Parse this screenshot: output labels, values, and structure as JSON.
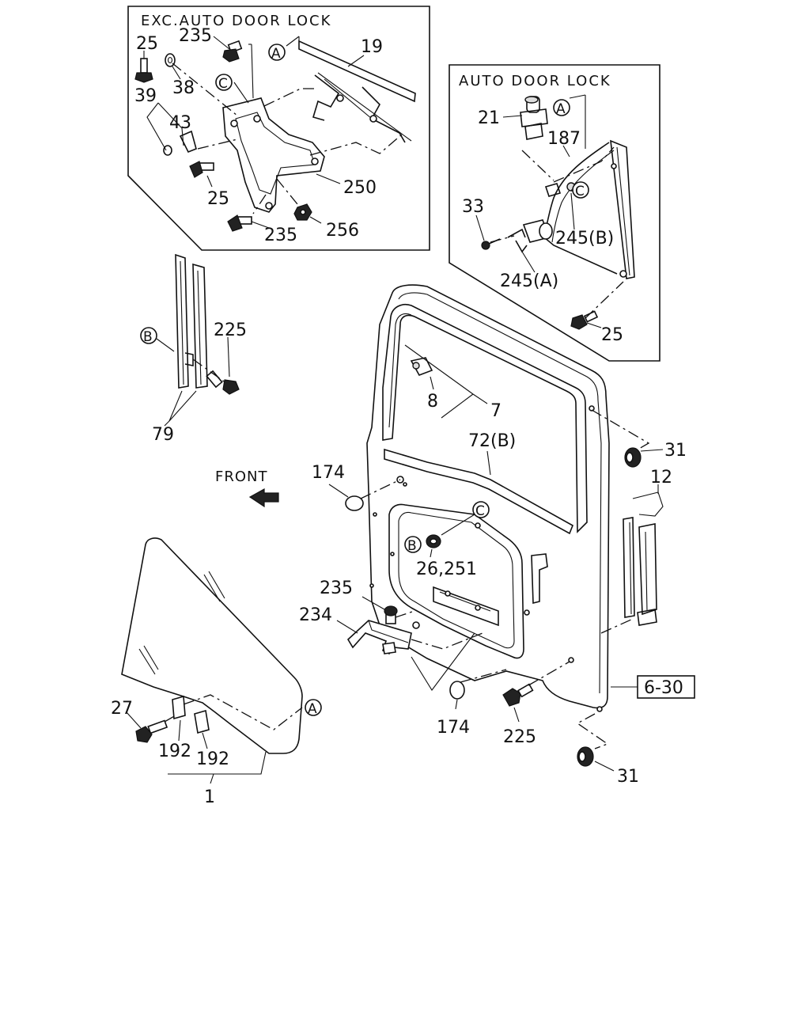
{
  "panels": {
    "exc_auto": {
      "title": "EXC.AUTO DOOR LOCK"
    },
    "auto": {
      "title": "AUTO DOOR LOCK"
    }
  },
  "labels": {
    "p25_a": "25",
    "p235_a": "235",
    "p19": "19",
    "p38": "38",
    "p39": "39",
    "p43": "43",
    "p25_b": "25",
    "p250": "250",
    "p235_b": "235",
    "p256": "256",
    "p21": "21",
    "p187": "187",
    "p33": "33",
    "p245b": "245(B)",
    "p245a": "245(A)",
    "p25_c": "25",
    "p225_a": "225",
    "p79": "79",
    "p8": "8",
    "p7": "7",
    "p72b": "72(B)",
    "p31_a": "31",
    "p12": "12",
    "p174_a": "174",
    "front": "FRONT",
    "p26_251": "26,251",
    "p235_c": "235",
    "p234": "234",
    "p174_b": "174",
    "p225_b": "225",
    "p6_30": "6-30",
    "p31_b": "31",
    "p27": "27",
    "p192_a": "192",
    "p192_b": "192",
    "p1": "1"
  },
  "callouts": {
    "a1": "A",
    "c1": "C",
    "a2": "A",
    "c2": "C",
    "b1": "B",
    "c3": "C",
    "b2": "B",
    "a3": "A"
  },
  "icons": {
    "front_arrow": "front-arrow-icon"
  }
}
